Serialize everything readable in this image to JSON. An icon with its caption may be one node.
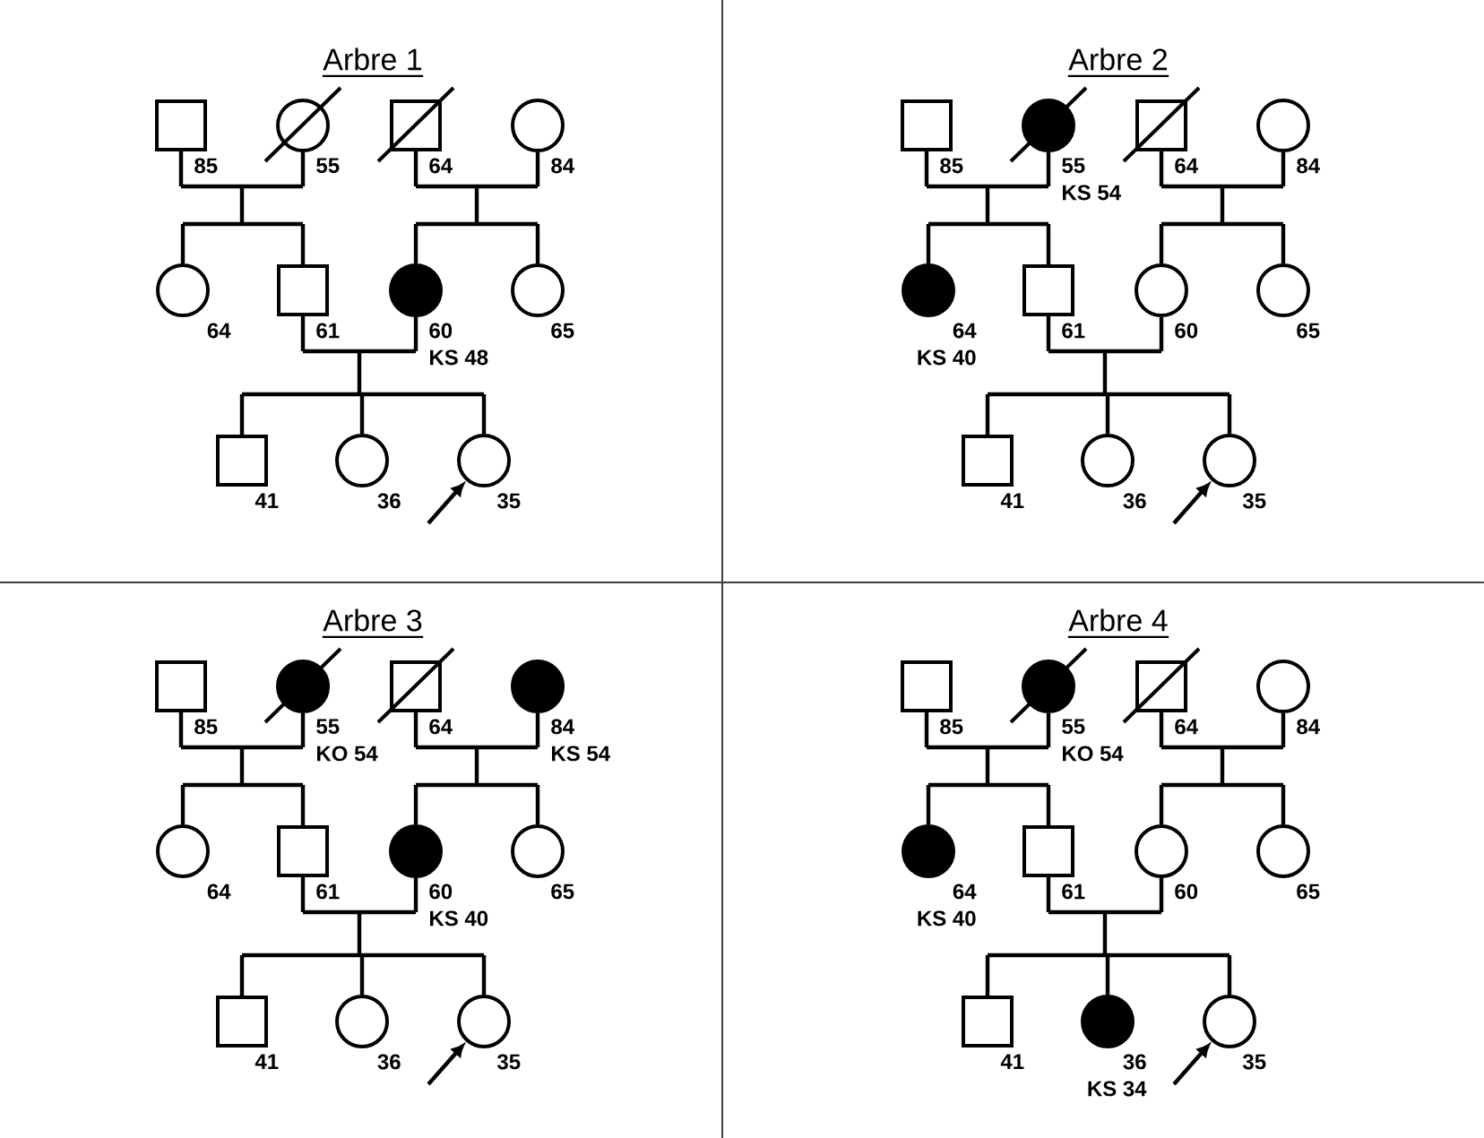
{
  "diagram": {
    "nodes": [
      {
        "text": [],
        "shape": "box",
        "beside": [
          "85"
        ]
      },
      {
        "text": [],
        "shape": "crossed-circle",
        "beside": [
          "55"
        ]
      },
      {
        "text": [],
        "shape": "crossed-box",
        "beside": [
          "64"
        ]
      },
      {
        "text": [],
        "shape": "circle",
        "beside": [
          "84"
        ]
      },
      {
        "text": [],
        "shape": "circle",
        "beside": [
          "64"
        ]
      },
      {
        "text": [],
        "shape": "box",
        "beside": [
          "61"
        ]
      },
      {
        "text": [],
        "shape": "filled-circle",
        "beside": [
          "60",
          "KS 48"
        ]
      },
      {
        "text": [],
        "shape": "circle",
        "beside": [
          "65"
        ]
      },
      {
        "text": [],
        "shape": "box",
        "beside": [
          "41"
        ]
      },
      {
        "text": [],
        "shape": "circle",
        "beside": [
          "36"
        ]
      },
      {
        "text": [],
        "shape": "circle",
        "beside": [
          "35"
        ]
      },
      {
        "text": [],
        "shape": "box",
        "beside": [
          "85"
        ]
      },
      {
        "text": [],
        "shape": "filled-crossed-circle",
        "beside": [
          "55",
          "KS 54"
        ]
      },
      {
        "text": [],
        "shape": "crossed-box",
        "beside": [
          "64"
        ]
      },
      {
        "text": [],
        "shape": "circle",
        "beside": [
          "84"
        ]
      },
      {
        "text": [],
        "shape": "filled-circle",
        "beside": [
          "64",
          "KS 40"
        ]
      },
      {
        "text": [],
        "shape": "box",
        "beside": [
          "61"
        ]
      },
      {
        "text": [],
        "shape": "circle",
        "beside": [
          "60"
        ]
      },
      {
        "text": [],
        "shape": "circle",
        "beside": [
          "65"
        ]
      },
      {
        "text": [],
        "shape": "box",
        "beside": [
          "41"
        ]
      },
      {
        "text": [],
        "shape": "circle",
        "beside": [
          "36"
        ]
      },
      {
        "text": [],
        "shape": "circle",
        "beside": [
          "35"
        ]
      },
      {
        "text": [],
        "shape": "box",
        "beside": [
          "85"
        ]
      },
      {
        "text": [],
        "shape": "filled-crossed-circle",
        "beside": [
          "55",
          "KO 54"
        ]
      },
      {
        "text": [],
        "shape": "crossed-box",
        "beside": [
          "64"
        ]
      },
      {
        "text": [],
        "shape": "filled-circle",
        "beside": [
          "84",
          "KS 54"
        ]
      },
      {
        "text": [],
        "shape": "circle",
        "beside": [
          "64"
        ]
      },
      {
        "text": [],
        "shape": "box",
        "beside": [
          "61"
        ]
      },
      {
        "text": [],
        "shape": "filled-circle",
        "beside": [
          "60",
          "KS 40"
        ]
      },
      {
        "text": [],
        "shape": "circle",
        "beside": [
          "65"
        ]
      },
      {
        "text": [],
        "shape": "box",
        "beside": [
          "41"
        ]
      },
      {
        "text": [],
        "shape": "circle",
        "beside": [
          "36"
        ]
      },
      {
        "text": [],
        "shape": "circle",
        "beside": [
          "35"
        ]
      },
      {
        "text": [],
        "shape": "box",
        "beside": [
          "85"
        ]
      },
      {
        "text": [],
        "shape": "filled-crossed-circle",
        "beside": [
          "55",
          "KO 54"
        ]
      },
      {
        "text": [],
        "shape": "crossed-box",
        "beside": [
          "64"
        ]
      },
      {
        "text": [],
        "shape": "circle",
        "beside": [
          "84"
        ]
      },
      {
        "text": [],
        "shape": "filled-circle",
        "beside": [
          "64",
          "KS 40"
        ]
      },
      {
        "text": [],
        "shape": "box",
        "beside": [
          "61"
        ]
      },
      {
        "text": [],
        "shape": "circle",
        "beside": [
          "60"
        ]
      },
      {
        "text": [],
        "shape": "circle",
        "beside": [
          "65"
        ]
      },
      {
        "text": [],
        "shape": "box",
        "beside": [
          "41"
        ]
      },
      {
        "text": [],
        "shape": "filled-circle",
        "beside": [
          "36",
          "KS 34"
        ]
      },
      {
        "text": [],
        "shape": "circle",
        "beside": [
          "35"
        ]
      }
    ],
    "edges": [
      {
        "from": 0,
        "to": 4,
        "arrow": "none"
      },
      {
        "from": 0,
        "to": 5,
        "arrow": "none"
      },
      {
        "from": 1,
        "to": 4,
        "arrow": "none"
      },
      {
        "from": 1,
        "to": 5,
        "arrow": "none"
      },
      {
        "from": 2,
        "to": 6,
        "arrow": "none"
      },
      {
        "from": 2,
        "to": 7,
        "arrow": "none"
      },
      {
        "from": 3,
        "to": 6,
        "arrow": "none"
      },
      {
        "from": 3,
        "to": 7,
        "arrow": "none"
      },
      {
        "from": 5,
        "to": 8,
        "arrow": "none"
      },
      {
        "from": 5,
        "to": 9,
        "arrow": "none"
      },
      {
        "from": 5,
        "to": 10,
        "arrow": "none"
      },
      {
        "from": 6,
        "to": 8,
        "arrow": "none"
      },
      {
        "from": 6,
        "to": 9,
        "arrow": "none"
      },
      {
        "from": 6,
        "to": 10,
        "arrow": "none"
      },
      {
        "from": null,
        "to": 10,
        "arrow": "to"
      },
      {
        "from": 11,
        "to": 15,
        "arrow": "none"
      },
      {
        "from": 11,
        "to": 16,
        "arrow": "none"
      },
      {
        "from": 12,
        "to": 15,
        "arrow": "none"
      },
      {
        "from": 12,
        "to": 16,
        "arrow": "none"
      },
      {
        "from": 13,
        "to": 17,
        "arrow": "none"
      },
      {
        "from": 13,
        "to": 18,
        "arrow": "none"
      },
      {
        "from": 14,
        "to": 17,
        "arrow": "none"
      },
      {
        "from": 14,
        "to": 18,
        "arrow": "none"
      },
      {
        "from": 16,
        "to": 19,
        "arrow": "none"
      },
      {
        "from": 16,
        "to": 20,
        "arrow": "none"
      },
      {
        "from": 16,
        "to": 21,
        "arrow": "none"
      },
      {
        "from": 17,
        "to": 19,
        "arrow": "none"
      },
      {
        "from": 17,
        "to": 20,
        "arrow": "none"
      },
      {
        "from": 17,
        "to": 21,
        "arrow": "none"
      },
      {
        "from": null,
        "to": 21,
        "arrow": "to"
      },
      {
        "from": 22,
        "to": 26,
        "arrow": "none"
      },
      {
        "from": 22,
        "to": 27,
        "arrow": "none"
      },
      {
        "from": 23,
        "to": 26,
        "arrow": "none"
      },
      {
        "from": 23,
        "to": 27,
        "arrow": "none"
      },
      {
        "from": 24,
        "to": 28,
        "arrow": "none"
      },
      {
        "from": 24,
        "to": 29,
        "arrow": "none"
      },
      {
        "from": 25,
        "to": 28,
        "arrow": "none"
      },
      {
        "from": 25,
        "to": 29,
        "arrow": "none"
      },
      {
        "from": 27,
        "to": 30,
        "arrow": "none"
      },
      {
        "from": 27,
        "to": 31,
        "arrow": "none"
      },
      {
        "from": 27,
        "to": 32,
        "arrow": "none"
      },
      {
        "from": 28,
        "to": 30,
        "arrow": "none"
      },
      {
        "from": 28,
        "to": 31,
        "arrow": "none"
      },
      {
        "from": 28,
        "to": 32,
        "arrow": "none"
      },
      {
        "from": null,
        "to": 32,
        "arrow": "to"
      },
      {
        "from": 33,
        "to": 37,
        "arrow": "none"
      },
      {
        "from": 33,
        "to": 38,
        "arrow": "none"
      },
      {
        "from": 34,
        "to": 37,
        "arrow": "none"
      },
      {
        "from": 34,
        "to": 38,
        "arrow": "none"
      },
      {
        "from": 35,
        "to": 39,
        "arrow": "none"
      },
      {
        "from": 35,
        "to": 40,
        "arrow": "none"
      },
      {
        "from": 36,
        "to": 39,
        "arrow": "none"
      },
      {
        "from": 36,
        "to": 40,
        "arrow": "none"
      },
      {
        "from": 38,
        "to": 41,
        "arrow": "none"
      },
      {
        "from": 38,
        "to": 42,
        "arrow": "none"
      },
      {
        "from": 38,
        "to": 43,
        "arrow": "none"
      },
      {
        "from": 39,
        "to": 41,
        "arrow": "none"
      },
      {
        "from": 39,
        "to": 42,
        "arrow": "none"
      },
      {
        "from": 39,
        "to": 43,
        "arrow": "none"
      },
      {
        "from": null,
        "to": 43,
        "arrow": "to"
      }
    ],
    "labels": [
      "Arbre 1",
      "Arbre 2",
      "Arbre 3",
      "Arbre 4"
    ]
  }
}
